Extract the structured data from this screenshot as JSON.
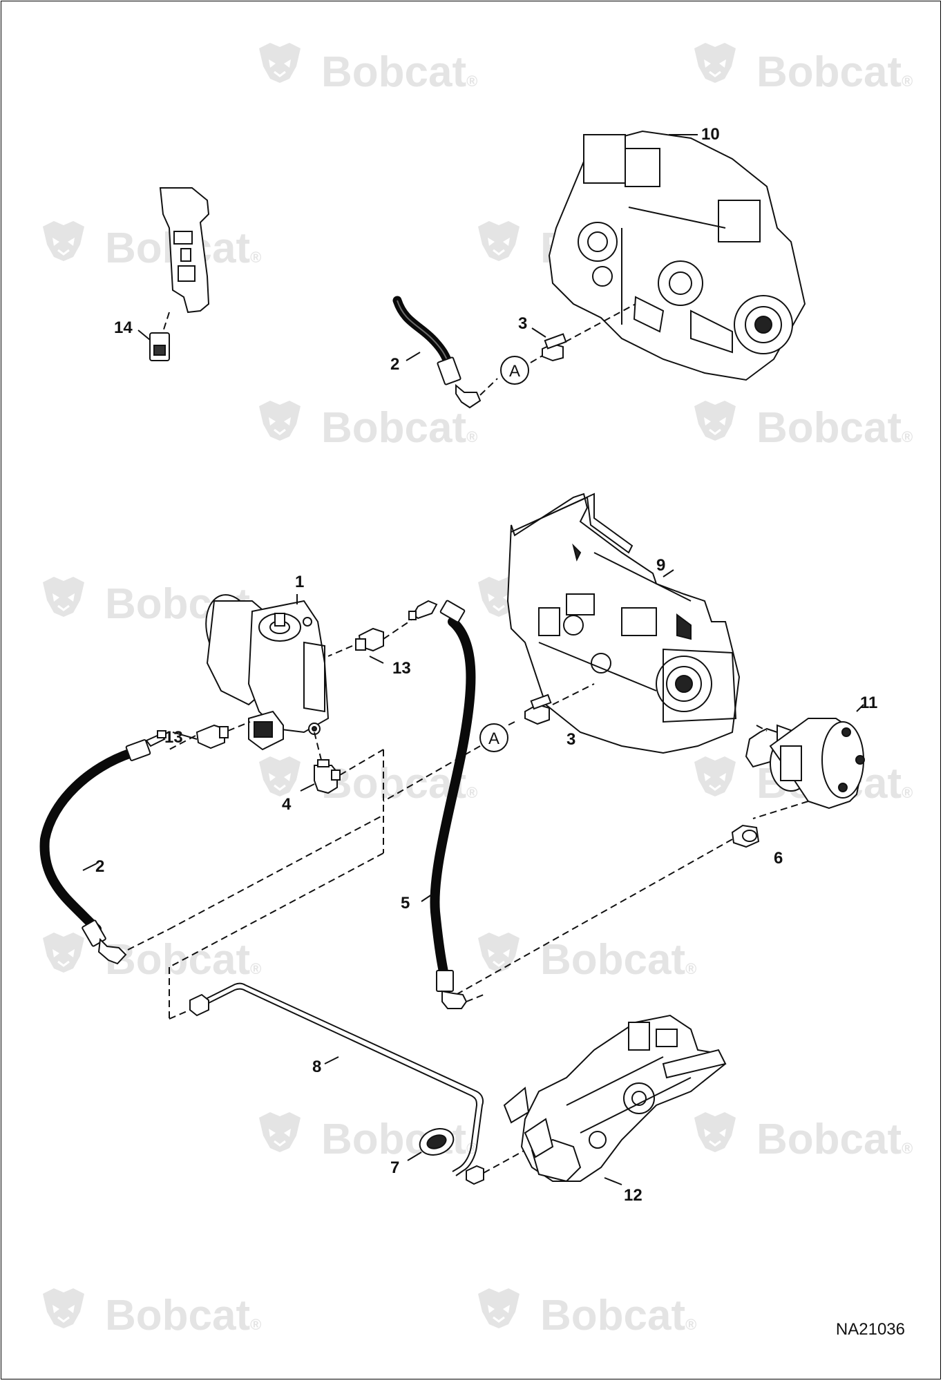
{
  "watermark": {
    "text": "Bobcat",
    "mark": "®",
    "color": "#e4e4e4"
  },
  "reference_code": "NA21036",
  "section_marker": "A",
  "callouts": {
    "c1": "1",
    "c2a": "2",
    "c2b": "2",
    "c3a": "3",
    "c3b": "3",
    "c4": "4",
    "c5": "5",
    "c6": "6",
    "c7": "7",
    "c8": "8",
    "c9": "9",
    "c10": "10",
    "c11": "11",
    "c12": "12",
    "c13a": "13",
    "c13b": "13",
    "c14": "14"
  },
  "icons": {
    "watermark_logo": "bobcat-head-icon",
    "section_marker": "circle-letter-icon"
  },
  "colors": {
    "line": "#111111",
    "hose": "#0a0a0a",
    "part_fill": "#ffffff"
  }
}
